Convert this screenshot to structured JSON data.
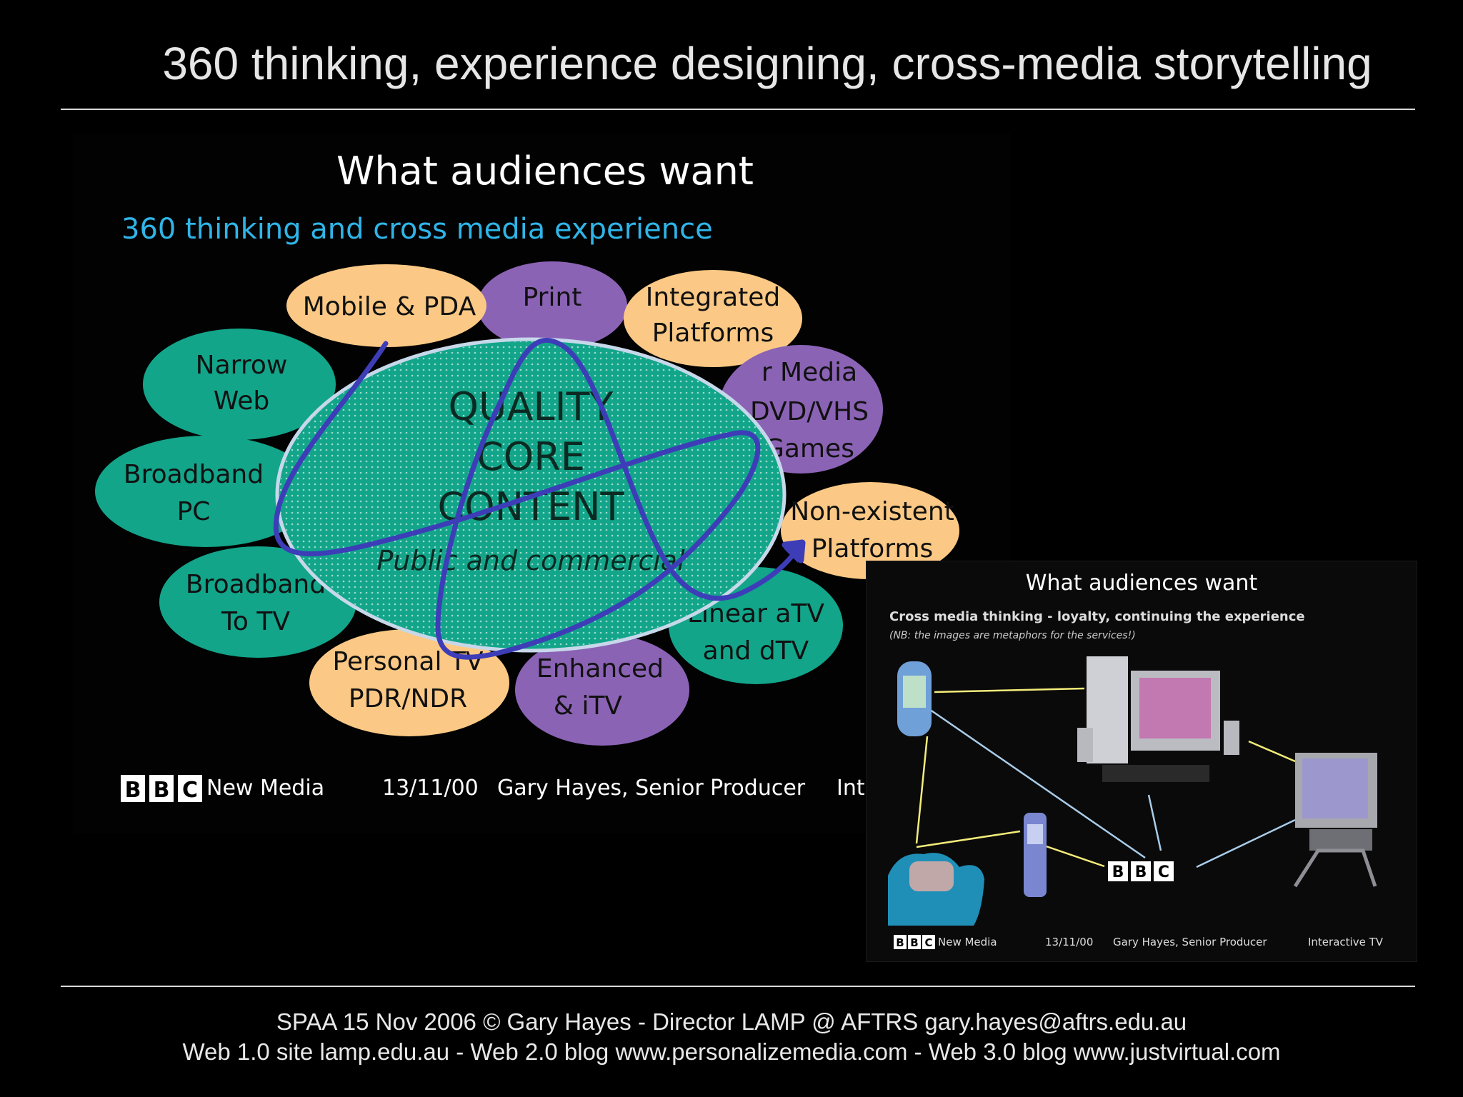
{
  "slide": {
    "title": "360 thinking, experience designing, cross-media storytelling",
    "footer_line1": "SPAA 15 Nov 2006 © Gary Hayes - Director LAMP @  AFTRS  gary.hayes@aftrs.edu.au",
    "footer_line2": "Web 1.0 site lamp.edu.au - Web 2.0 blog www.personalizemedia.com - Web 3.0 blog www.justvirtual.com"
  },
  "main_diagram": {
    "heading": "What audiences want",
    "subheading": "360 thinking and cross media experience",
    "core": {
      "line1": "QUALITY",
      "line2": "CORE",
      "line3": "CONTENT",
      "line4": "Public and commercial"
    },
    "petals": {
      "mobile": "Mobile & PDA",
      "print": "Print",
      "integrated_1": "Integrated",
      "integrated_2": "Platforms",
      "narrow_1": "Narrow",
      "narrow_2": "Web",
      "other_1": "r Media",
      "other_2": "DVD/VHS",
      "other_3": "Games",
      "bbpc_1": "Broadband",
      "bbpc_2": "PC",
      "nonexist_1": "Non-existent",
      "nonexist_2": "Platforms",
      "bbtv_1": "Broadband",
      "bbtv_2": "To TV",
      "linear_1": "Linear aTV",
      "linear_2": "and dTV",
      "personal_1": "Personal TV",
      "personal_2": "PDR/NDR",
      "enhanced_1": "Enhanced",
      "enhanced_2": "& iTV"
    },
    "footer": {
      "bbc_b1": "B",
      "bbc_b2": "B",
      "bbc_c": "C",
      "dept": "New Media",
      "date": "13/11/00",
      "author": "Gary Hayes, Senior Producer",
      "tail": "Int"
    },
    "colors": {
      "teal": "#12a58a",
      "orange": "#fbc985",
      "purple": "#8b63b5",
      "scribble": "#3d3db8",
      "subheading": "#2fb5e8"
    }
  },
  "inset_diagram": {
    "heading": "What audiences want",
    "subheading": "Cross media thinking - loyalty, continuing the experience",
    "note": "(NB: the images are metaphors for the services!)",
    "bbc_b1": "B",
    "bbc_b2": "B",
    "bbc_c": "C",
    "footer": {
      "dept": "New Media",
      "date": "13/11/00",
      "author": "Gary Hayes, Senior Producer",
      "tail": "Interactive TV"
    },
    "icons": [
      "pda-icon",
      "desktop-computer-icon",
      "television-icon",
      "mobile-phone-icon",
      "hands-device-icon"
    ]
  }
}
